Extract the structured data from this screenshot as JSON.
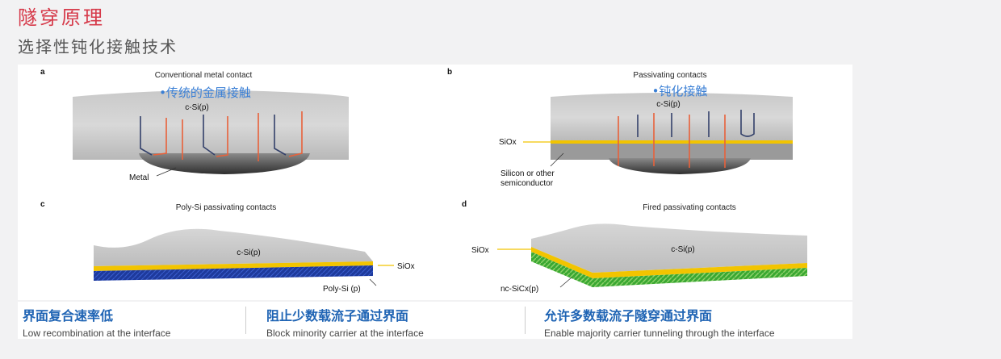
{
  "header": {
    "title": "隧穿原理",
    "subtitle": "选择性钝化接触技术"
  },
  "panels": {
    "a": {
      "letter": "a",
      "heading": "Conventional metal contact",
      "overlay": "•传统的金属接触",
      "material": "c-Si(p)",
      "metal_label": "Metal"
    },
    "b": {
      "letter": "b",
      "heading": "Passivating contacts",
      "overlay": "•钝化接触",
      "material": "c-Si(p)",
      "oxide_label": "SiOx",
      "semi_label_1": "Silicon or other",
      "semi_label_2": "semiconductor"
    },
    "c": {
      "letter": "c",
      "heading": "Poly-Si passivating contacts",
      "material": "c-Si(p)",
      "oxide_label": "SiOx",
      "poly_label": "Poly-Si (p)"
    },
    "d": {
      "letter": "d",
      "heading": "Fired passivating contacts",
      "material": "c-Si(p)",
      "oxide_label": "SiOx",
      "nc_label": "nc-SiCx(p)"
    }
  },
  "colors": {
    "title": "#d63a4a",
    "accent_blue": "#1f64b4",
    "arrow_orange": "#e8613a",
    "arrow_navy": "#33406a",
    "oxide_yellow": "#f2c400",
    "poly_blue": "#1e3a9c",
    "nc_green": "#3aa832"
  },
  "features": [
    {
      "zh": "界面复合速率低",
      "en": "Low recombination at the interface"
    },
    {
      "zh": "阻止少数载流子通过界面",
      "en": "Block minority carrier at the interface"
    },
    {
      "zh": "允许多数载流子隧穿通过界面",
      "en": "Enable majority carrier tunneling through the interface"
    }
  ]
}
